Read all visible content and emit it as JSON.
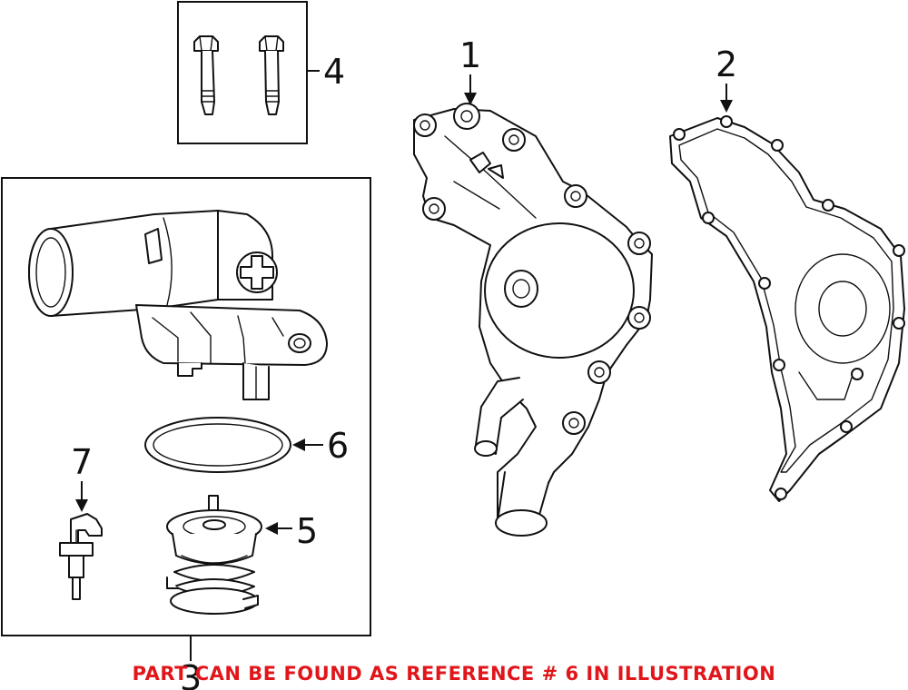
{
  "callouts": {
    "c1": "1",
    "c2": "2",
    "c3": "3",
    "c4": "4",
    "c5": "5",
    "c6": "6",
    "c7": "7"
  },
  "footer": {
    "note": "PART CAN BE FOUND AS REFERENCE # 6 IN ILLUSTRATION",
    "color": "#e0161b"
  }
}
